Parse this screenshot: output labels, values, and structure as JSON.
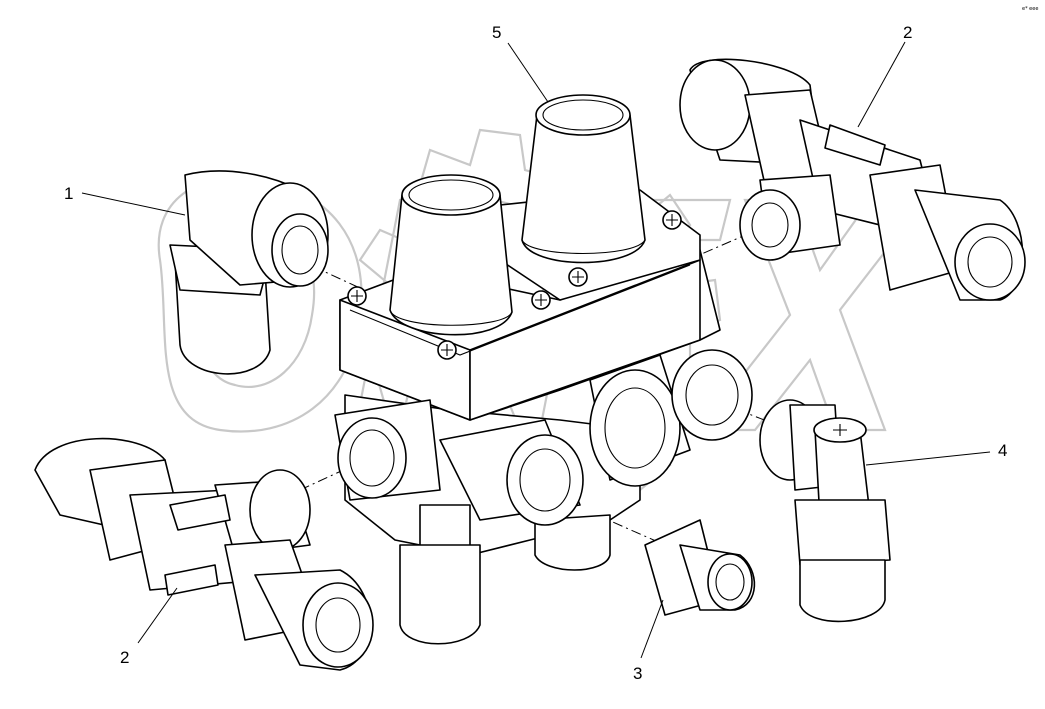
{
  "diagram": {
    "corner_mark": "e* eee",
    "watermark": "OREX",
    "callouts": [
      "1",
      "2",
      "5",
      "2",
      "4",
      "3"
    ]
  }
}
